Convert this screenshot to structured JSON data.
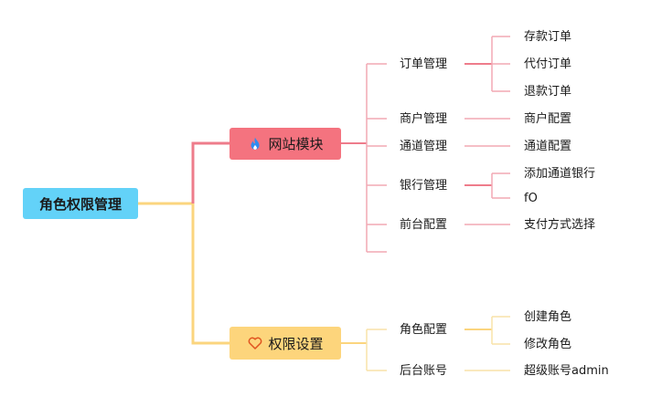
{
  "root": {
    "label": "角色权限管理"
  },
  "web_module": {
    "label": "网站模块",
    "icon": "flame-icon",
    "color": "#f4737f",
    "children": [
      {
        "label": "订单管理",
        "children": [
          "存款订单",
          "代付订单",
          "退款订单"
        ]
      },
      {
        "label": "商户管理",
        "children": [
          "商户配置"
        ]
      },
      {
        "label": "通道管理",
        "children": [
          "通道配置"
        ]
      },
      {
        "label": "银行管理",
        "children": [
          "添加通道银行",
          "fO"
        ]
      },
      {
        "label": "前台配置",
        "children": [
          "支付方式选择"
        ]
      }
    ]
  },
  "perm_module": {
    "label": "权限设置",
    "icon": "heart-icon",
    "color": "#fdd57c",
    "children": [
      {
        "label": "角色配置",
        "children": [
          "创建角色",
          "修改角色"
        ]
      },
      {
        "label": "后台账号",
        "children": [
          "超级账号admin"
        ]
      }
    ]
  },
  "colors": {
    "root": "#63d2f8",
    "web_line": "#f2a9b4",
    "web_line_strong": "#ee7c8b",
    "perm_line": "#f8e2a8",
    "perm_line_strong": "#fbd57e"
  }
}
